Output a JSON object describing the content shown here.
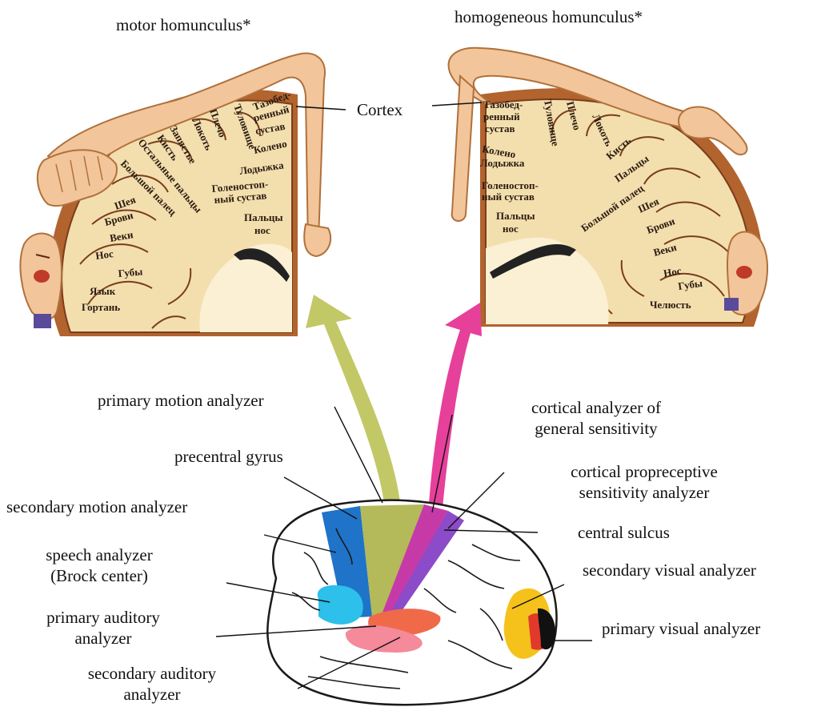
{
  "titles": {
    "left": "motor homunculus*",
    "right": "homogeneous homunculus*",
    "cortex": "Cortex"
  },
  "labels": {
    "primary_motion": "primary motion analyzer",
    "precentral_gyrus": "precentral gyrus",
    "secondary_motion": "secondary motion analyzer",
    "speech_line1": "speech analyzer",
    "speech_line2": "(Brock center)",
    "primary_auditory_line1": "primary auditory",
    "primary_auditory_line2": "analyzer",
    "secondary_auditory_line1": "secondary auditory",
    "secondary_auditory_line2": "analyzer",
    "cortical_general_line1": "cortical analyzer of",
    "cortical_general_line2": "general sensitivity",
    "cortical_propre_line1": "cortical propreceptive",
    "cortical_propre_line2": "sensitivity analyzer",
    "central_sulcus": "central sulcus",
    "secondary_visual": "secondary visual analyzer",
    "primary_visual": "primary visual analyzer"
  },
  "left_cortex_words": [
    "Тазобед-",
    "ренный",
    "сустав",
    "Колено",
    "Лодыжка",
    "Голеностоп-",
    "ный сустав",
    "Пальцы",
    "нос",
    "Туловище",
    "Плечо",
    "Локоть",
    "Запястье",
    "Кисть",
    "Остальные пальцы",
    "Большой палец",
    "Шея",
    "Брови",
    "Веки",
    "Нос",
    "Губы",
    "Язык",
    "Гортань"
  ],
  "right_cortex_words": [
    "Тазобед-",
    "ренный",
    "сустав",
    "Колено",
    "Лодыжка",
    "Голеностоп-",
    "ный сустав",
    "Пальцы",
    "нос",
    "Туловище",
    "Плечо",
    "Локоть",
    "Кисть",
    "Пальцы",
    "Большой палец",
    "Шея",
    "Брови",
    "Веки",
    "Нос",
    "Губы",
    "Челюсть"
  ],
  "colors": {
    "cortex_fill": "#f3dfae",
    "cortex_edge": "#7a3d1c",
    "skin": "#f2c59b",
    "green_arrow": "#c2c866",
    "pink_arrow": "#e6409a",
    "blue": "#1f73c8",
    "cyan": "#2cc0ea",
    "olive": "#b4b95a",
    "magenta": "#c63aa8",
    "purple": "#8c4bc8",
    "orange": "#f06a4a",
    "salmon": "#f48a9a",
    "yellow": "#f5c21c",
    "red": "#e23a2a",
    "black": "#111111"
  }
}
